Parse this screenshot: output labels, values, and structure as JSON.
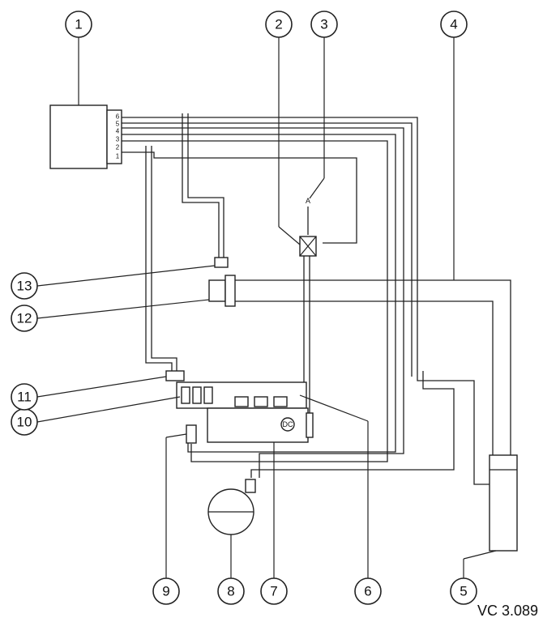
{
  "callouts": [
    {
      "id": "1",
      "label": "1"
    },
    {
      "id": "2",
      "label": "2"
    },
    {
      "id": "3",
      "label": "3"
    },
    {
      "id": "4",
      "label": "4"
    },
    {
      "id": "5",
      "label": "5"
    },
    {
      "id": "6",
      "label": "6"
    },
    {
      "id": "7",
      "label": "7"
    },
    {
      "id": "8",
      "label": "8"
    },
    {
      "id": "9",
      "label": "9"
    },
    {
      "id": "10",
      "label": "10"
    },
    {
      "id": "11",
      "label": "11"
    },
    {
      "id": "12",
      "label": "12"
    },
    {
      "id": "13",
      "label": "13"
    }
  ],
  "connector_pins": [
    "6",
    "5",
    "4",
    "3",
    "2",
    "1"
  ],
  "sensor_label": "A",
  "valve_label": "DC",
  "reference_code": "VC 3.089"
}
